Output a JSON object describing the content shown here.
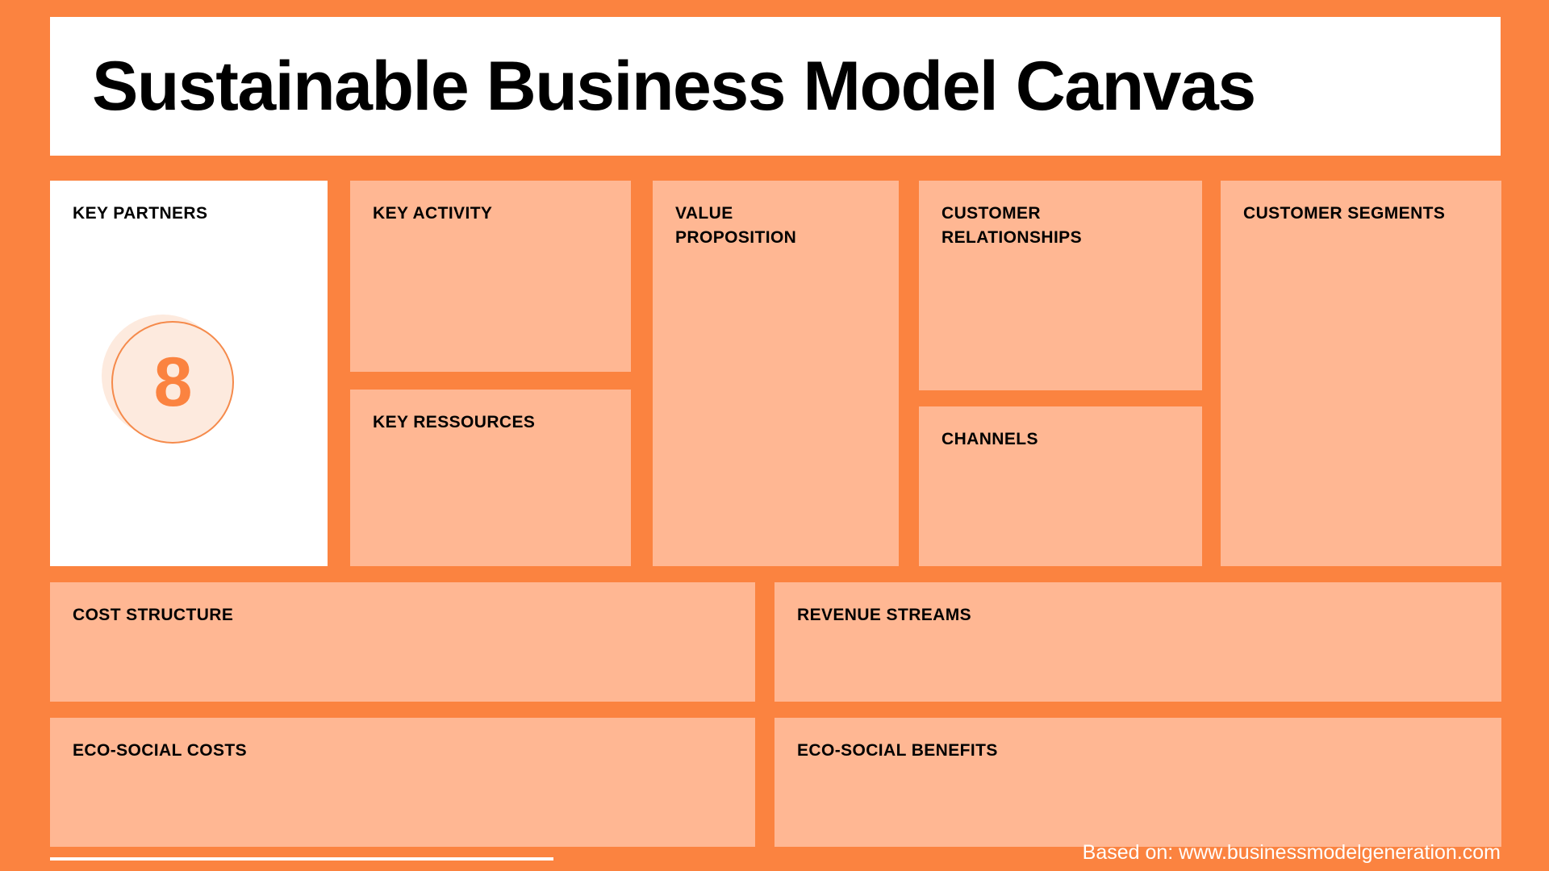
{
  "page": {
    "title": "Sustainable Business Model Canvas",
    "background_color": "#fb8340",
    "block_color": "#ffb793",
    "title_bar_color": "#ffffff",
    "accent_color": "#fb8340",
    "badge_fill_color": "#fdeade",
    "badge_border_color": "#f58a4b"
  },
  "badge": {
    "number": "8"
  },
  "blocks": {
    "key_partners": {
      "title": "KEY PARTNERS"
    },
    "key_activity": {
      "title": "KEY ACTIVITY"
    },
    "key_ressources": {
      "title": "KEY RESSOURCES"
    },
    "value_proposition": {
      "title": "VALUE\nPROPOSITION"
    },
    "customer_relationships": {
      "title": "CUSTOMER\nRELATIONSHIPS"
    },
    "channels": {
      "title": "CHANNELS"
    },
    "customer_segments": {
      "title": "CUSTOMER SEGMENTS"
    },
    "cost_structure": {
      "title": "COST STRUCTURE"
    },
    "revenue_streams": {
      "title": "REVENUE STREAMS"
    },
    "eco_social_costs": {
      "title": "ECO-SOCIAL COSTS"
    },
    "eco_social_benefits": {
      "title": "ECO-SOCIAL BENEFITS"
    }
  },
  "footer": {
    "credit": "Based on: www.businessmodelgeneration.com"
  }
}
